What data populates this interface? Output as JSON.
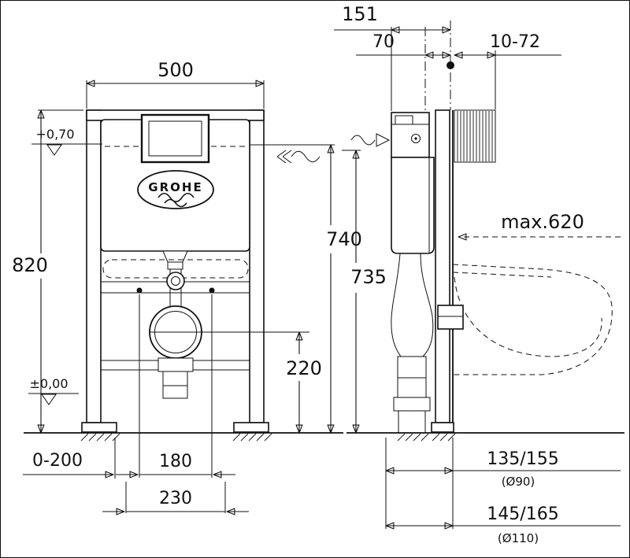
{
  "brand": {
    "logo_text": "GROHE"
  },
  "dims": {
    "frame_width": "500",
    "frame_height": "820",
    "water_level": "+0,70",
    "floor_level": "±0,00",
    "flush_line_height": "740",
    "spud_height": "735",
    "outlet_center_height": "220",
    "foot_adjustment": "0-200",
    "bolt_spacing": "180",
    "fixing_spacing": "230",
    "frame_depth": "151",
    "actuator_to_wall": "70",
    "wall_finish_range": "10-72",
    "bowl_max_depth": "max.620",
    "outlet_offset_90": "135/155",
    "outlet_dia_90": "(Ø90)",
    "outlet_offset_110": "145/165",
    "outlet_dia_110": "(Ø110)"
  }
}
